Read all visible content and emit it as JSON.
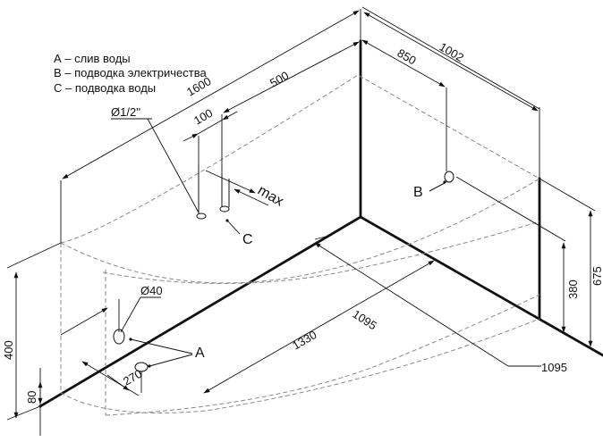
{
  "legend": {
    "a": "А – слив воды",
    "b": "В – подводка электричества",
    "c": "С – подводка воды"
  },
  "labels": {
    "a": "A",
    "b": "B",
    "c": "C",
    "max": "max"
  },
  "dims": {
    "d1600": "1600",
    "d500": "500",
    "d100": "100",
    "d_pipe": "Ø1/2''",
    "d850": "850",
    "d1002": "1002",
    "d40": "Ø40",
    "d1330": "1330",
    "d1095": "1095",
    "d1095b": "1095",
    "d270": "270",
    "d400": "400",
    "d80": "80",
    "d380": "380",
    "d675": "675"
  },
  "colors": {
    "line": "#111111",
    "hidden": "#8a8a8a"
  }
}
